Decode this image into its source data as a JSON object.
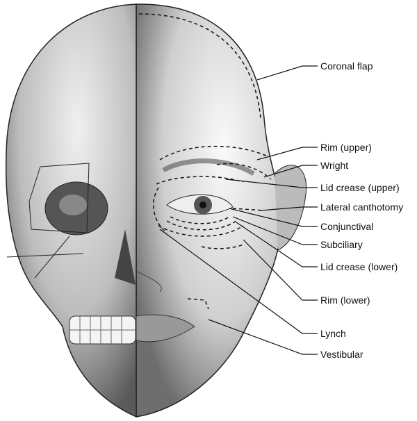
{
  "title": "Incisions for facial/orbital approaches",
  "labels": [
    {
      "id": "coronal-flap",
      "text": "Coronal flap"
    },
    {
      "id": "rim-upper",
      "text": "Rim (upper)"
    },
    {
      "id": "wright",
      "text": "Wright"
    },
    {
      "id": "lid-crease-upper",
      "text": "Lid crease (upper)"
    },
    {
      "id": "lateral-canthotomy",
      "text": "Lateral canthotomy"
    },
    {
      "id": "conjunctival",
      "text": "Conjunctival"
    },
    {
      "id": "subciliary",
      "text": "Subciliary"
    },
    {
      "id": "lid-crease-lower",
      "text": "Lid crease (lower)"
    },
    {
      "id": "rim-lower",
      "text": "Rim (lower)"
    },
    {
      "id": "lynch",
      "text": "Lynch"
    },
    {
      "id": "vestibular",
      "text": "Vestibular"
    }
  ]
}
